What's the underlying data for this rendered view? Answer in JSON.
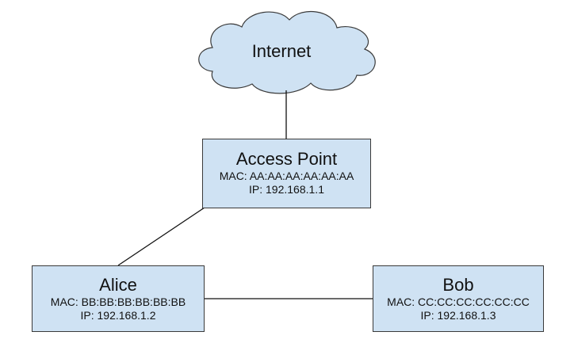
{
  "cloud": {
    "label": "Internet"
  },
  "nodes": {
    "access_point": {
      "name": "Access Point",
      "mac": "MAC: AA:AA:AA:AA:AA:AA",
      "ip": "IP: 192.168.1.1"
    },
    "alice": {
      "name": "Alice",
      "mac": "MAC: BB:BB:BB:BB:BB:BB",
      "ip": "IP: 192.168.1.2"
    },
    "bob": {
      "name": "Bob",
      "mac": "MAC: CC:CC:CC:CC:CC:CC",
      "ip": "IP: 192.168.1.3"
    }
  },
  "colors": {
    "node_fill": "#cfe2f3",
    "cloud_fill": "#cfe2f3",
    "stroke": "#3a3a3a"
  }
}
